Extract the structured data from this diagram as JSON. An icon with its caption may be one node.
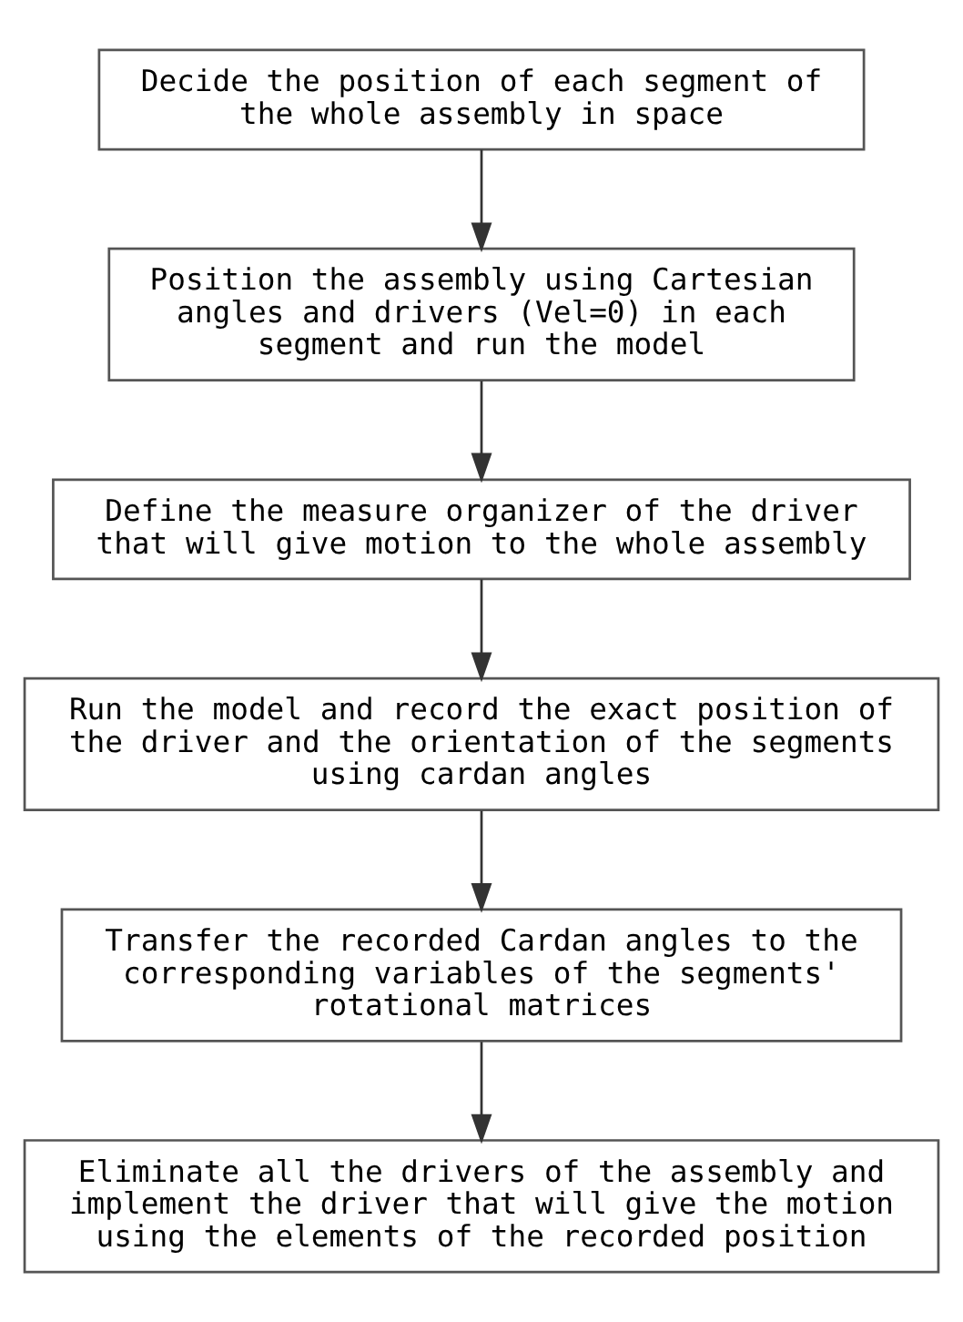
{
  "diagram": {
    "nodes": [
      {
        "text": [
          "Decide the position of each segment of the whole assembly in space"
        ]
      },
      {
        "text": [
          "Position the assembly using Cartesian angles and drivers (Vel=0) in each segment and run the model"
        ]
      },
      {
        "text": [
          "Define the measure organizer of the driver that will give motion to the whole assembly"
        ]
      },
      {
        "text": [
          "Run the model and record the exact position of the driver and the orientation of the segments using cardan angles"
        ]
      },
      {
        "text": [
          "Transfer the recorded Cardan angles to the corresponding variables of the segments' rotational matrices"
        ]
      },
      {
        "text": [
          "Eliminate all the drivers of the assembly and implement the driver that will give the motion using the elements of the recorded position"
        ]
      }
    ],
    "edges": [
      {
        "from": 0,
        "to": 1,
        "arrow": "to"
      },
      {
        "from": 1,
        "to": 2,
        "arrow": "to"
      },
      {
        "from": 2,
        "to": 3,
        "arrow": "to"
      },
      {
        "from": 3,
        "to": 4,
        "arrow": "to"
      },
      {
        "from": 4,
        "to": 5,
        "arrow": "to"
      }
    ]
  }
}
